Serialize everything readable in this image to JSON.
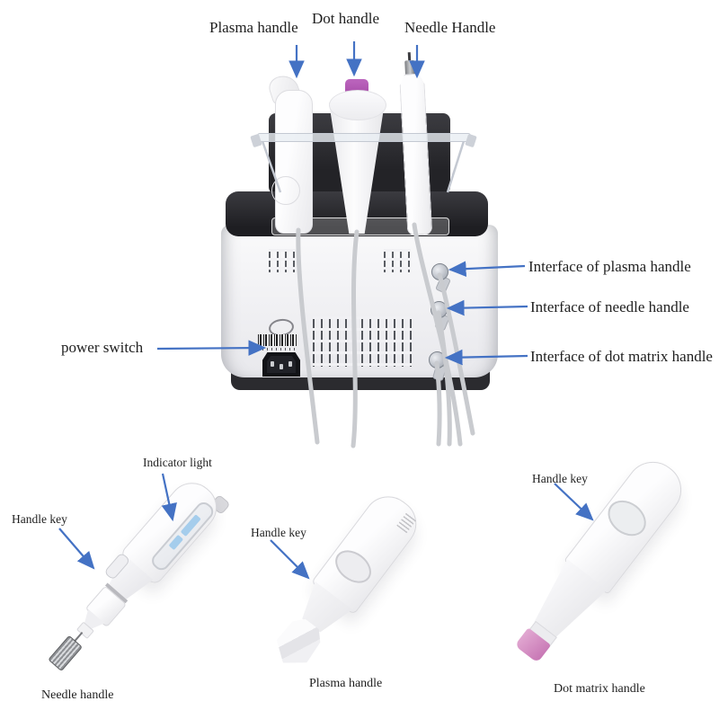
{
  "colors": {
    "arrow_blue": "#4472C4",
    "dot_handle_tip_purple": "#b45cb6",
    "dot_matrix_tip_pink": "#c776b4",
    "indicator_light_blue": "#a5cdec",
    "machine_dark": "#232327"
  },
  "top_labels": {
    "plasma": "Plasma handle",
    "dot": "Dot handle",
    "needle": "Needle Handle"
  },
  "power_switch_label": "power switch",
  "interface_labels": {
    "plasma": "Interface of plasma handle",
    "needle": "Interface of needle handle",
    "dot_matrix": "Interface of dot matrix handle"
  },
  "needle_handle": {
    "indicator_light_label": "Indicator light",
    "handle_key_label": "Handle key",
    "caption": "Needle handle"
  },
  "plasma_handle": {
    "handle_key_label": "Handle key",
    "caption": "Plasma handle"
  },
  "dot_matrix_handle": {
    "handle_key_label": "Handle key",
    "caption": "Dot matrix handle"
  }
}
